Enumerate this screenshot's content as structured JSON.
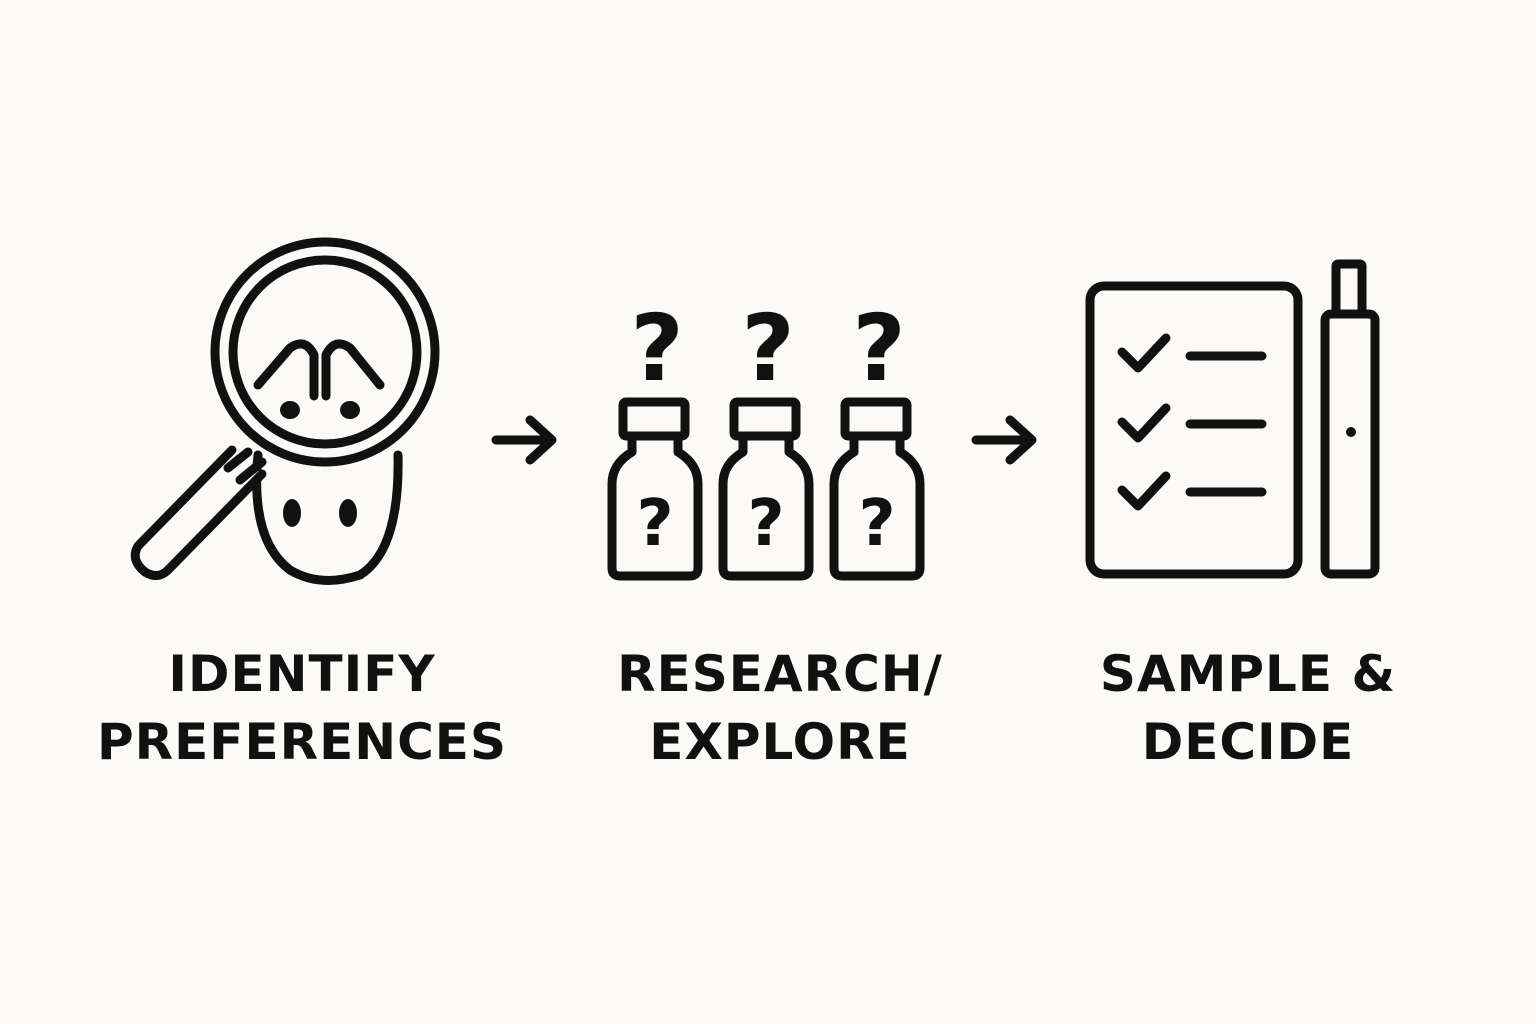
{
  "title": "Three-step selection process",
  "colors": {
    "background": "#fbfaf7",
    "ink": "#111111"
  },
  "steps": [
    {
      "line1": "IDENTIFY",
      "line2": "PREFERENCES",
      "icon": "magnifier-face-icon"
    },
    {
      "line1": "RESEARCH/",
      "line2": "EXPLORE",
      "icon": "question-bottles-icon"
    },
    {
      "line1": "SAMPLE &",
      "line2": "DECIDE",
      "icon": "checklist-pen-icon"
    }
  ],
  "question_mark": "?"
}
